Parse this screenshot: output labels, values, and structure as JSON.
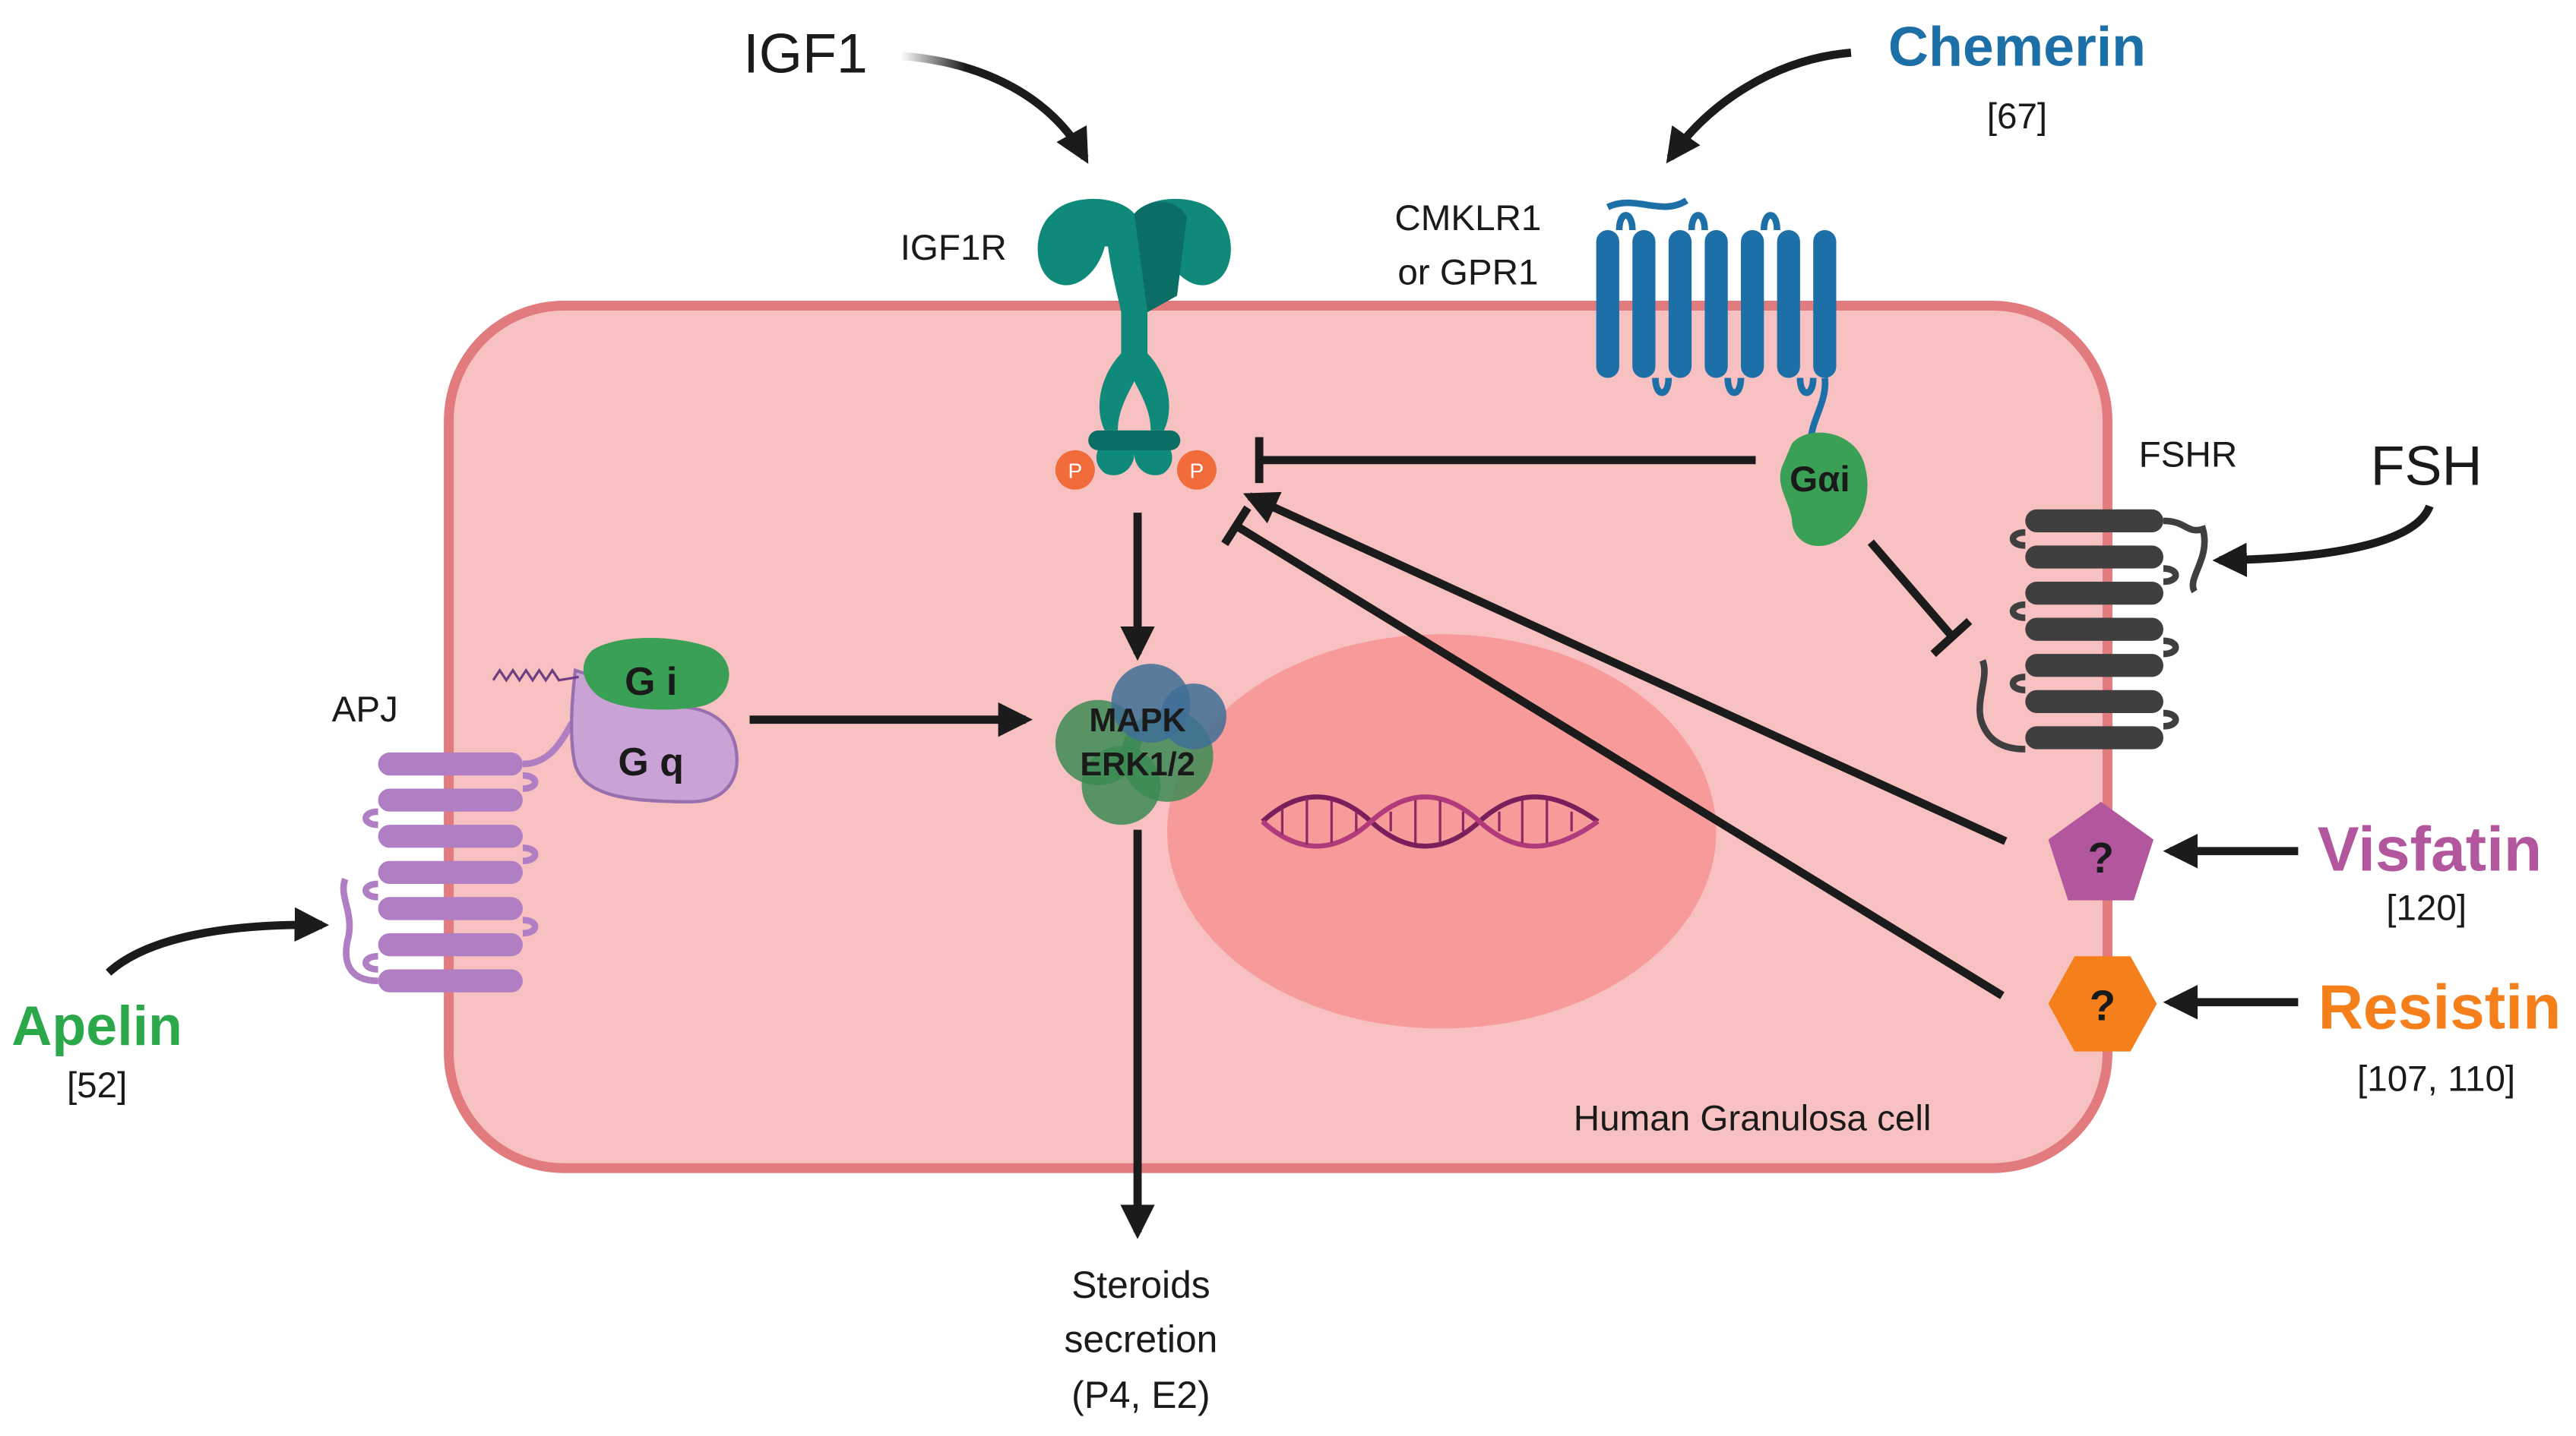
{
  "labels": {
    "igf1": "IGF1",
    "chemerin": "Chemerin",
    "chemerin_ref": "[67]",
    "igf1r": "IGF1R",
    "cmklr1_line1": "CMKLR1",
    "cmklr1_line2": "or GPR1",
    "fshr": "FSHR",
    "fsh": "FSH",
    "gai": "Gαi",
    "p_left": "P",
    "p_right": "P",
    "apj": "APJ",
    "gi": "G i",
    "gq": "G q",
    "mapk_line1": "MAPK",
    "mapk_line2": "ERK1/2",
    "visfatin": "Visfatin",
    "visfatin_ref": "[120]",
    "resistin": "Resistin",
    "resistin_ref": "[107, 110]",
    "apelin": "Apelin",
    "apelin_ref": "[52]",
    "question_visfatin": "?",
    "question_resistin": "?",
    "cell_label": "Human Granulosa cell",
    "steroids_line1": "Steroids",
    "steroids_line2": "secretion",
    "steroids_line3": "(P4, E2)"
  },
  "colors": {
    "cell_fill": "#f8c1c1",
    "cell_border": "#e27b7e",
    "nucleus": "#f79a9a",
    "chemerin": "#1d6fa8",
    "visfatin": "#b2569e",
    "resistin": "#f57f1a",
    "apelin": "#2aa84a",
    "igf1r": "#0f8a7a",
    "fshr": "#3f3f3f",
    "apj": "#b07ec2",
    "gprotein_green": "#3aa055",
    "phospho": "#f26b3a"
  }
}
